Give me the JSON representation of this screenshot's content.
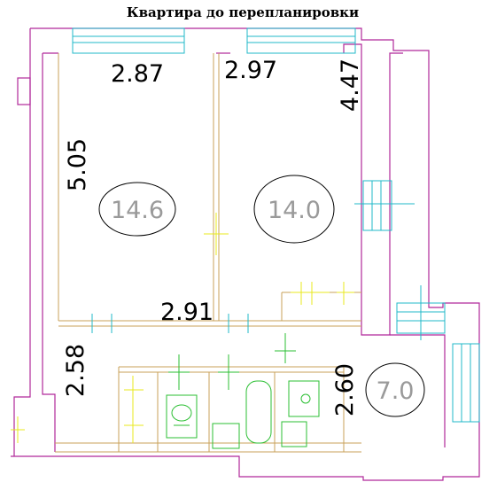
{
  "title": "Квартира до перепланировки",
  "dimensions": {
    "room1_width": "2.87",
    "room2_width": "2.97",
    "room2_depth": "4.47",
    "room1_depth": "5.05",
    "room1_bottom": "2.91",
    "hall_depth": "2.58",
    "kitchen_depth": "2.60"
  },
  "areas": {
    "room1": "14.6",
    "room2": "14.0",
    "kitchen": "7.0"
  },
  "colors": {
    "wall": "#b0289a",
    "partition": "#c9a25a",
    "window": "#20b8c8",
    "fixture": "#2bbf33",
    "symbol": "#e8e81c"
  }
}
